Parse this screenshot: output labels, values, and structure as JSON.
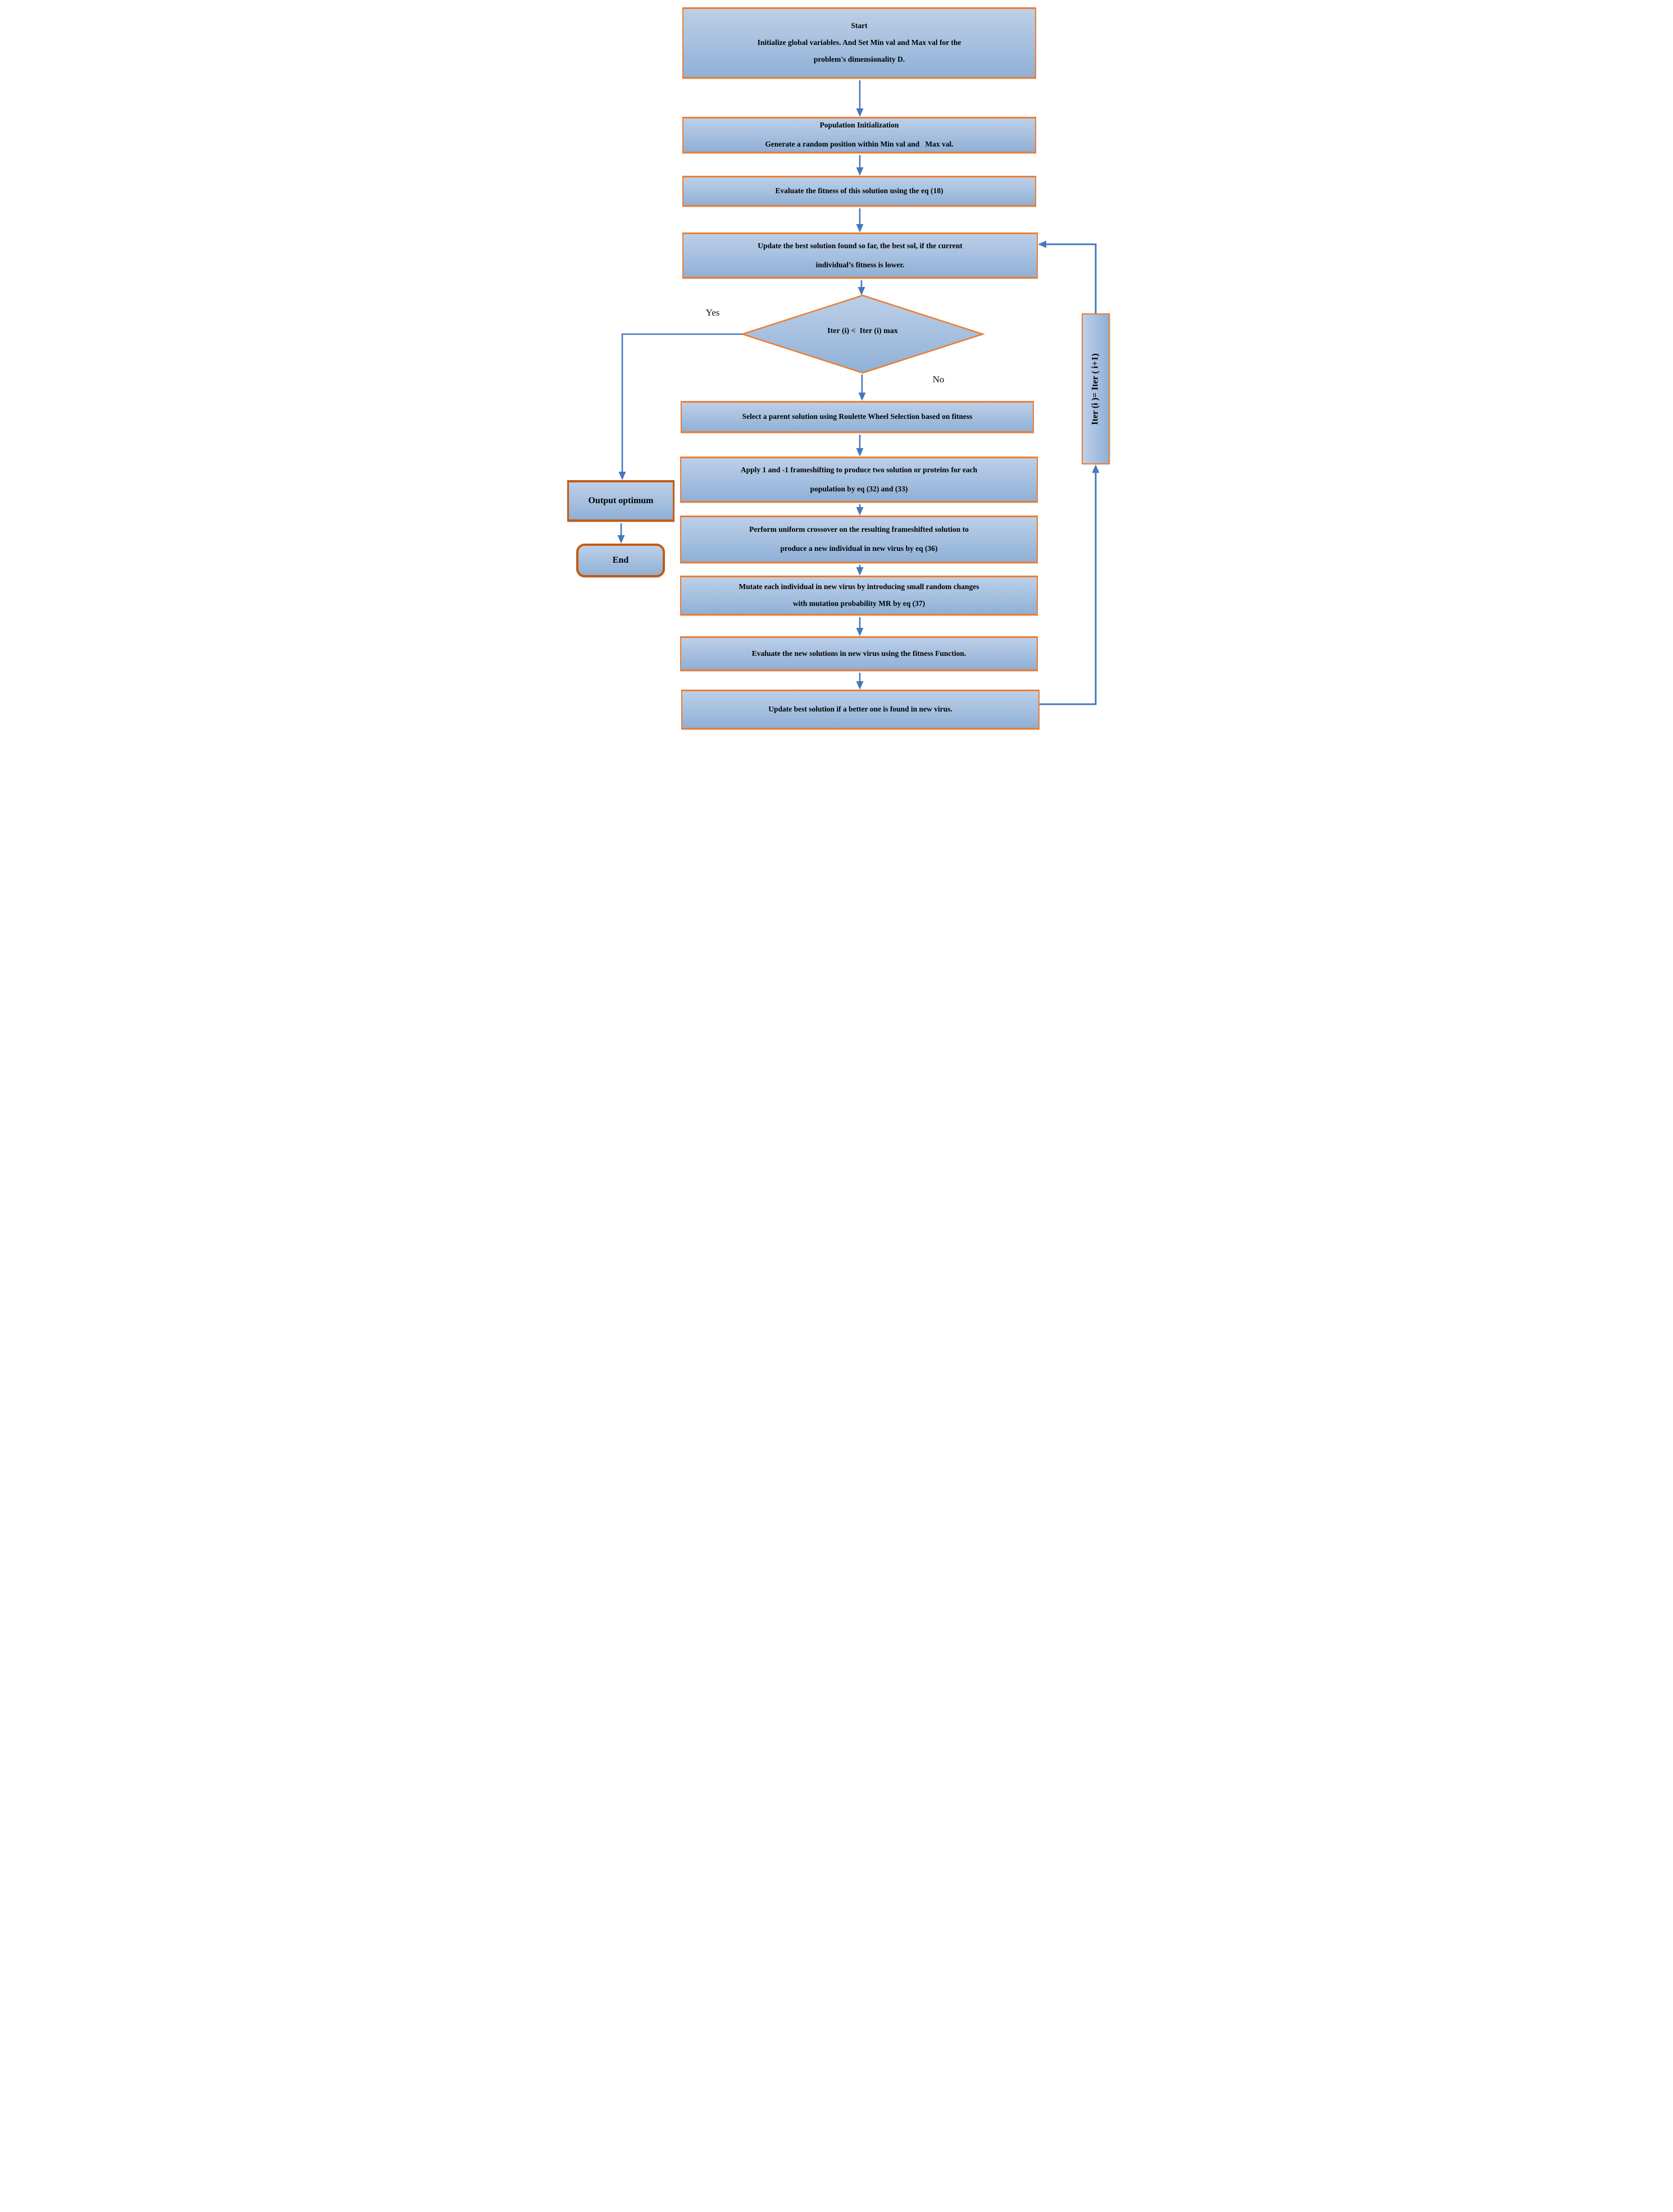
{
  "flowchart": {
    "nodes": {
      "start": {
        "lines": [
          "Start",
          "Initialize global variables. And Set Min val and Max val for the",
          "problem's dimensionality D."
        ]
      },
      "population_init": {
        "lines": [
          "Population Initialization",
          "Generate a random position within Min val and   Max val."
        ]
      },
      "evaluate_fitness": {
        "lines": [
          "Evaluate the fitness of this solution using the eq (18)"
        ]
      },
      "update_best": {
        "lines": [
          "Update the best solution found so far, the best sol, if the current",
          "individual’s fitness is lower."
        ]
      },
      "decision": {
        "label": "Iter (i) <  Iter (i) max"
      },
      "select_parent": {
        "lines": [
          "Select a parent solution using Roulette Wheel Selection based on fitness"
        ]
      },
      "apply_frameshift": {
        "lines": [
          "Apply 1 and -1 frameshifting to produce two solution or proteins for each",
          "population by eq (32) and (33)"
        ]
      },
      "uniform_crossover": {
        "lines": [
          "Perform uniform crossover on the resulting frameshifted solution to",
          "produce a new individual in new virus by eq (36)"
        ]
      },
      "mutate": {
        "lines": [
          "Mutate each individual in new virus by introducing small random changes",
          "with mutation probability MR by eq (37)"
        ]
      },
      "evaluate_new": {
        "lines": [
          "Evaluate the new solutions in new virus using the fitness Function."
        ]
      },
      "update_best_new": {
        "lines": [
          "Update best solution if a better one is found in new virus."
        ]
      },
      "output_optimum": {
        "lines": [
          "Output optimum"
        ]
      },
      "end": {
        "lines": [
          "End"
        ]
      },
      "iteration_counter": {
        "label": "Iter (i )= Iter ( i+1)"
      }
    },
    "edge_labels": {
      "yes": "Yes",
      "no": "No"
    },
    "colors": {
      "node_fill_top": "#bccfe8",
      "node_fill_bottom": "#8fb0d6",
      "node_border": "#ed7d31",
      "terminal_border": "#c55a11",
      "connector": "#4577be",
      "text": "#000000"
    }
  }
}
